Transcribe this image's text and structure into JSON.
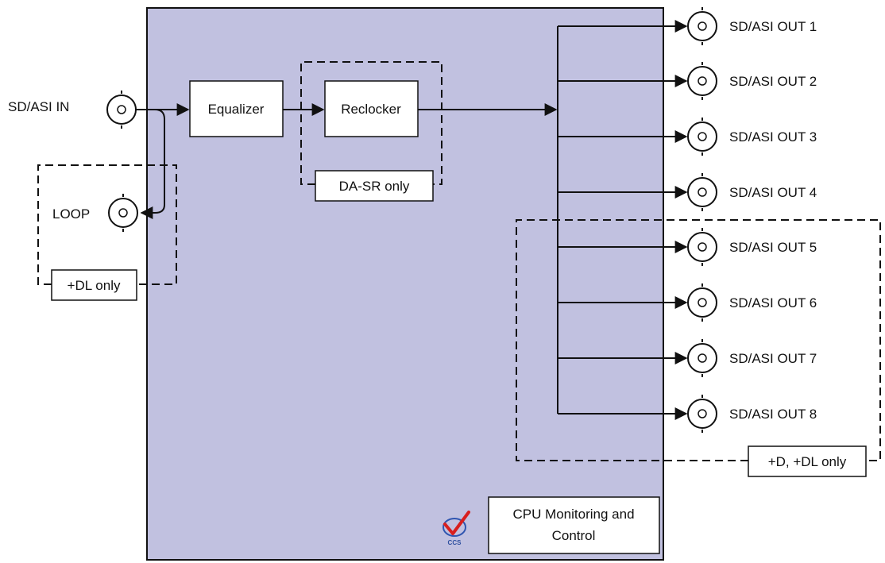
{
  "colors": {
    "card_fill": "#c1c1e0",
    "line": "#111111",
    "box_fill": "#ffffff",
    "logo_check": "#d81e1e",
    "logo_blue": "#2f55b0"
  },
  "input": {
    "label": "SD/ASI IN"
  },
  "loop": {
    "label": "LOOP",
    "option_label": "+DL only"
  },
  "blocks": {
    "equalizer": "Equalizer",
    "reclocker": "Reclocker",
    "reclocker_option": "DA-SR only",
    "cpu_line1": "CPU Monitoring and",
    "cpu_line2": "Control"
  },
  "outputs": [
    "SD/ASI OUT 1",
    "SD/ASI OUT 2",
    "SD/ASI OUT 3",
    "SD/ASI OUT 4",
    "SD/ASI OUT 5",
    "SD/ASI OUT 6",
    "SD/ASI OUT 7",
    "SD/ASI OUT 8"
  ],
  "outputs_option_label": "+D, +DL only",
  "logo": {
    "text": "CCS",
    "icon": "ccs-checkmark-logo"
  }
}
